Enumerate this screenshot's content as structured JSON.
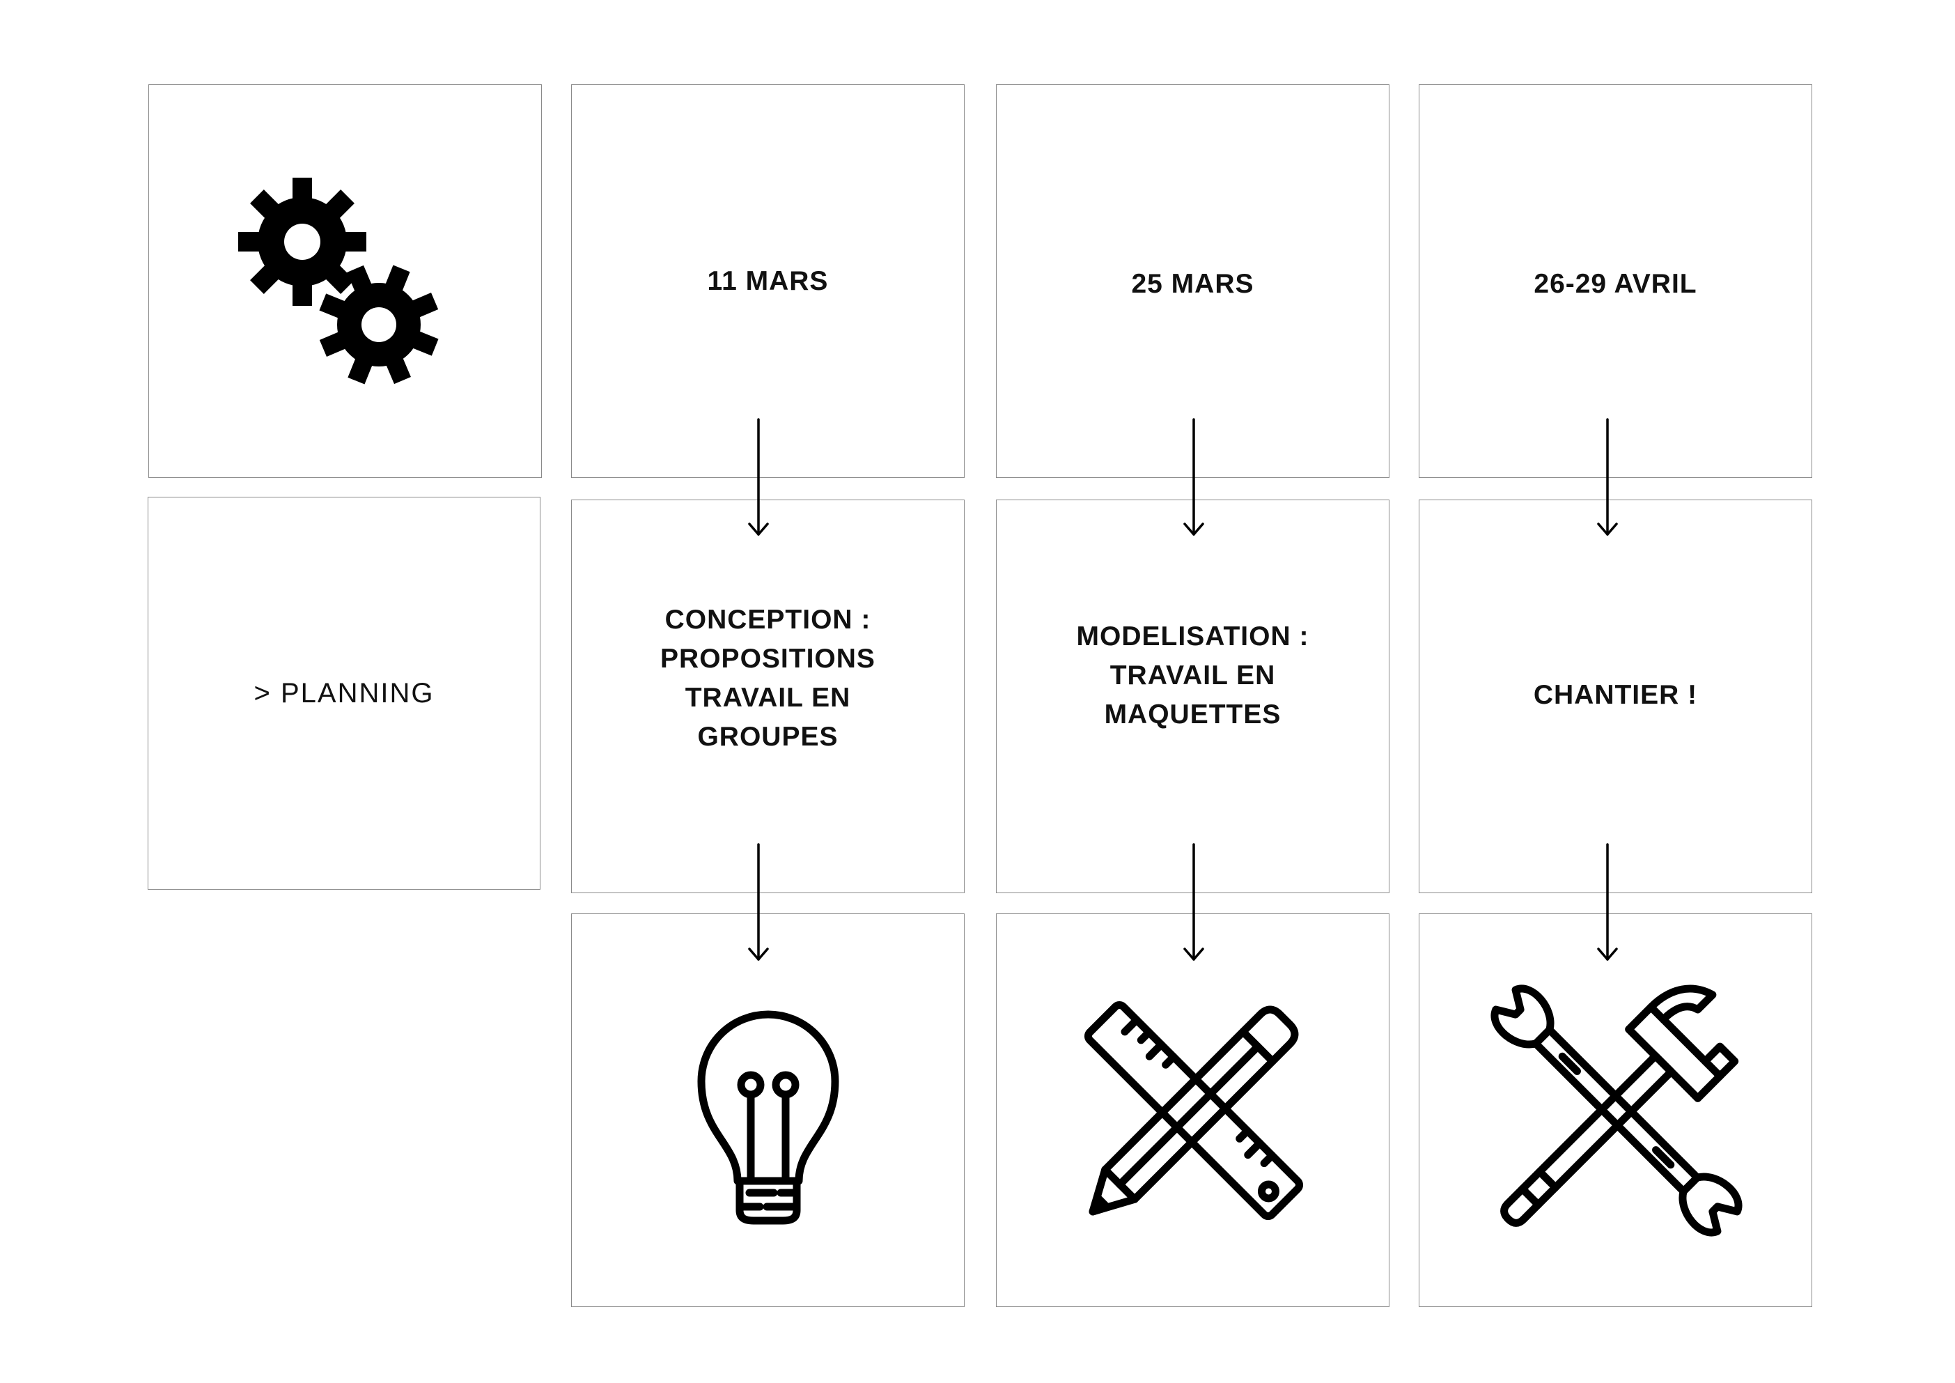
{
  "title_cell": {
    "text": "> PLANNING",
    "icon": "gears-icon"
  },
  "steps": [
    {
      "date": "11 MARS",
      "description": [
        "CONCEPTION :",
        "PROPOSITIONS",
        "TRAVAIL EN",
        "GROUPES"
      ],
      "icon": "lightbulb-icon"
    },
    {
      "date": "25 MARS",
      "description": [
        "MODELISATION :",
        "TRAVAIL EN",
        "MAQUETTES"
      ],
      "icon": "ruler-pencil-icon"
    },
    {
      "date": "26-29 AVRIL",
      "description": [
        "CHANTIER !"
      ],
      "icon": "wrench-hammer-icon"
    }
  ],
  "colors": {
    "border": "#8a8a8a",
    "ink": "#111111",
    "background": "#ffffff"
  }
}
